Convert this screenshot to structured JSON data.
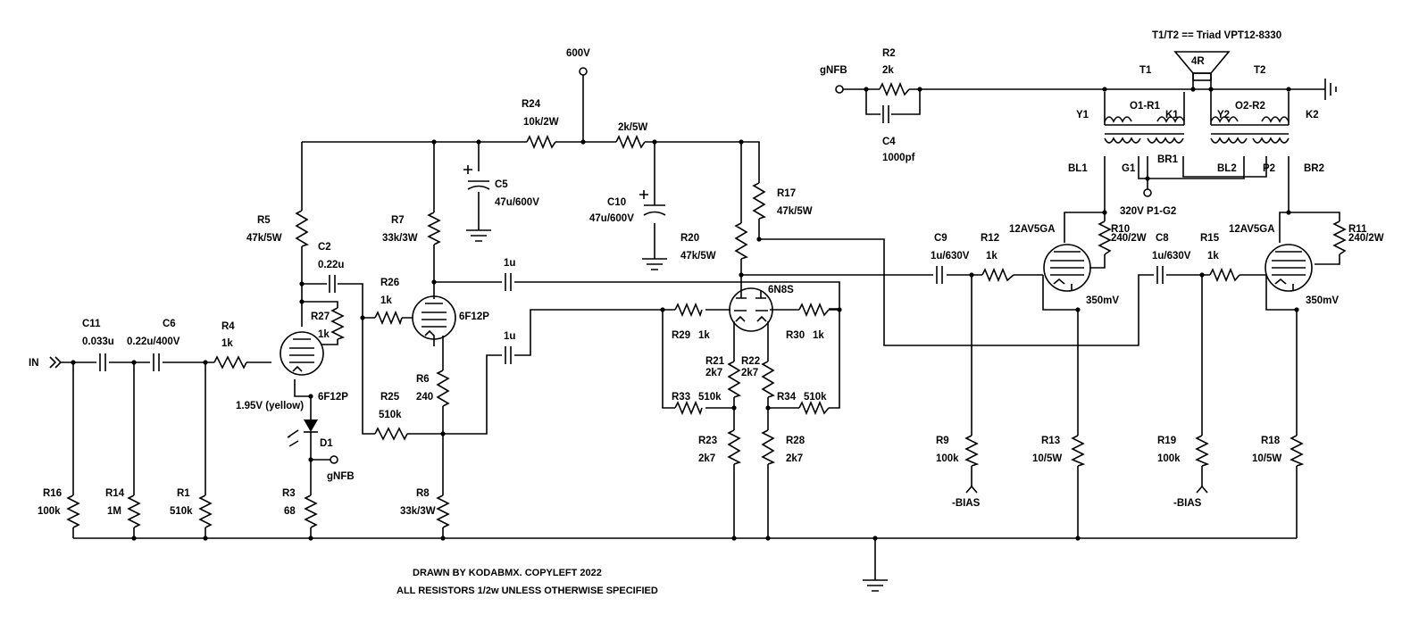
{
  "title_note": "T1/T2 == Triad VPT12-8330",
  "footer": [
    "DRAWN BY KODABMX. COPYLEFT 2022",
    "ALL RESISTORS 1/2w UNLESS OTHERWISE SPECIFIED"
  ],
  "labels": {
    "in": "IN",
    "v600": "600V",
    "gnfb_in": "gNFB",
    "gnfb_out": "gNFB",
    "bias1": "-BIAS",
    "bias2": "-BIAS",
    "g2": "320V P1-G2",
    "speaker": "4R",
    "tube1": "6F12P",
    "tube2": "6F12P",
    "tube3": "6N8S",
    "tube4": "12AV5GA",
    "tube5": "12AV5GA",
    "v195": "1.95V (yellow)",
    "mv1": "350mV",
    "mv2": "350mV",
    "t1": "T1",
    "t2": "T2",
    "y1": "Y1",
    "y2": "Y2",
    "o1r1": "O1-R1",
    "o2r2": "O2-R2",
    "k1": "K1",
    "k2": "K2",
    "bl1": "BL1",
    "bl2": "BL2",
    "br1": "BR1",
    "br2": "BR2",
    "g1": "G1",
    "p2": "P2",
    "d1": "D1"
  },
  "resistors": {
    "r1": [
      "R1",
      "510k"
    ],
    "r2": [
      "R2",
      "2k"
    ],
    "r3": [
      "R3",
      "68"
    ],
    "r4": [
      "R4",
      "1k"
    ],
    "r5": [
      "R5",
      "47k/5W"
    ],
    "r6": [
      "R6",
      "240"
    ],
    "r7": [
      "R7",
      "33k/3W"
    ],
    "r8": [
      "R8",
      "33k/3W"
    ],
    "r9": [
      "R9",
      "100k"
    ],
    "r10": [
      "R10",
      "240/2W"
    ],
    "r11": [
      "R11",
      "240/2W"
    ],
    "r12": [
      "R12",
      "1k"
    ],
    "r13": [
      "R13",
      "10/5W"
    ],
    "r14": [
      "R14",
      "1M"
    ],
    "r15": [
      "R15",
      "1k"
    ],
    "r16": [
      "R16",
      "100k"
    ],
    "r17": [
      "R17",
      "47k/5W"
    ],
    "r18": [
      "R18",
      "10/5W"
    ],
    "r19": [
      "R19",
      "100k"
    ],
    "r20": [
      "R20",
      "47k/5W"
    ],
    "r21": [
      "R21",
      "2k7"
    ],
    "r22": [
      "R22",
      "2k7"
    ],
    "r23": [
      "R23",
      "2k7"
    ],
    "r24": [
      "R24",
      "10k/2W"
    ],
    "r25": [
      "R25",
      "510k"
    ],
    "r26": [
      "R26",
      "1k"
    ],
    "r27": [
      "R27",
      "1k"
    ],
    "r28": [
      "R28",
      "2k7"
    ],
    "r29": [
      "R29",
      "1k"
    ],
    "r30": [
      "R30",
      "1k"
    ],
    "r33": [
      "R33",
      "510k"
    ],
    "r34": [
      "R34",
      "510k"
    ],
    "r2k5w": [
      "",
      "2k/5W"
    ]
  },
  "capacitors": {
    "c2": [
      "C2",
      "0.22u"
    ],
    "c4": [
      "C4",
      "1000pf"
    ],
    "c5": [
      "C5",
      "47u/600V"
    ],
    "c6": [
      "C6",
      "0.22u/400V"
    ],
    "c8": [
      "C8",
      "1u/630V"
    ],
    "c9": [
      "C9",
      "1u/630V"
    ],
    "c10": [
      "C10",
      "47u/600V"
    ],
    "c11": [
      "C11",
      "0.033u"
    ],
    "c1u_a": [
      "",
      "1u"
    ],
    "c1u_b": [
      "",
      "1u"
    ]
  }
}
